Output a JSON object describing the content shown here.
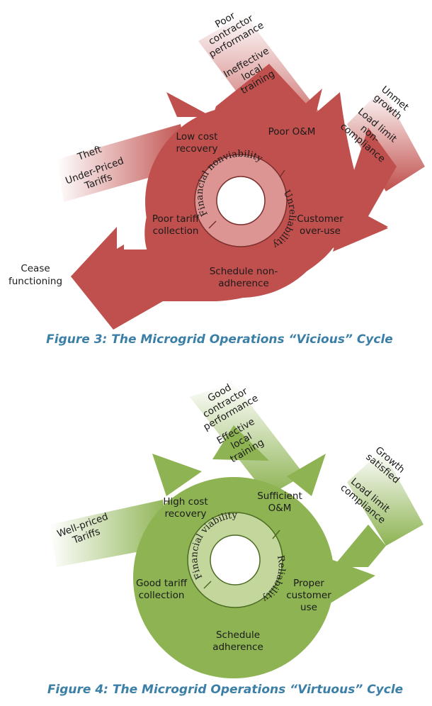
{
  "figure3": {
    "caption": "Figure 3: The Microgrid Operations “Vicious” Cycle",
    "ring_top": "Financial nonviability",
    "ring_bottom": "Unreliability",
    "inputs_top": [
      "Poor",
      "contractor",
      "performance"
    ],
    "inputs_top2": [
      "Ineffective",
      "local",
      "training"
    ],
    "inputs_right": [
      "Unmet",
      "growth"
    ],
    "inputs_right2": [
      "Load limit",
      "non-",
      "compliance"
    ],
    "inputs_left": [
      "Theft"
    ],
    "inputs_left2": [
      "Under-Priced",
      "Tariffs"
    ],
    "node_low_cost": [
      "Low cost",
      "recovery"
    ],
    "node_om": [
      "Poor O&M"
    ],
    "node_tariff": [
      "Poor tariff",
      "collection"
    ],
    "node_overuse": [
      "Customer",
      "over-use"
    ],
    "node_schedule": [
      "Schedule non-",
      "adherence"
    ],
    "output": [
      "Cease",
      "functioning"
    ]
  },
  "figure4": {
    "caption": "Figure 4: The Microgrid Operations “Virtuous” Cycle",
    "ring_top": "Financial viability",
    "ring_bottom": "Reliability",
    "inputs_top": [
      "Good",
      "contractor",
      "performance"
    ],
    "inputs_top2": [
      "Effective",
      "local",
      "training"
    ],
    "inputs_right": [
      "Growth",
      "satisfied"
    ],
    "inputs_right2": [
      "Load limit",
      "compliance"
    ],
    "inputs_left": [
      "Well-priced",
      "Tariffs"
    ],
    "node_high_cost": [
      "High cost",
      "recovery"
    ],
    "node_om": [
      "Sufficient",
      "O&M"
    ],
    "node_tariff": [
      "Good tariff",
      "collection"
    ],
    "node_customer": [
      "Proper",
      "customer",
      "use"
    ],
    "node_schedule": [
      "Schedule",
      "adherence"
    ]
  },
  "colors": {
    "vicious_fill": "#c0504d",
    "vicious_ring": "#dc9593",
    "virtuous_fill": "#8db352",
    "virtuous_ring": "#c3d69b",
    "caption": "#3b7fa6"
  }
}
